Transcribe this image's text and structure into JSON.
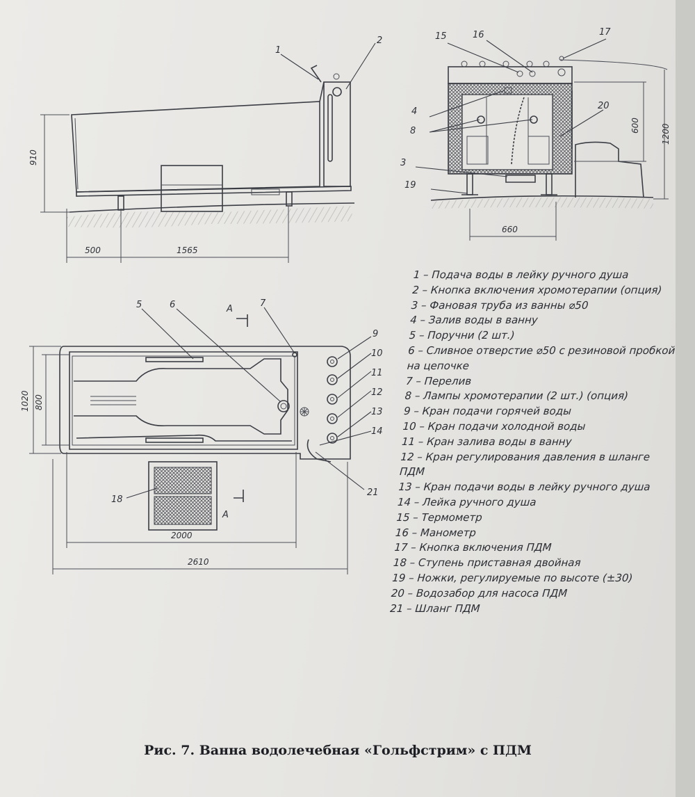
{
  "side_view": {
    "labels": [
      "1",
      "2"
    ],
    "dimensions": {
      "height": "910",
      "left": "500",
      "span": "1565"
    }
  },
  "section_view": {
    "labels": [
      "15",
      "16",
      "17",
      "4",
      "8",
      "20",
      "3",
      "19"
    ],
    "dimensions": {
      "inner_height": "600",
      "total_height": "1200",
      "width": "660"
    }
  },
  "plan_view": {
    "labels": [
      "5",
      "6",
      "7",
      "9",
      "10",
      "11",
      "12",
      "13",
      "14",
      "18",
      "21"
    ],
    "section_marks": [
      "A",
      "A"
    ],
    "dimensions": {
      "outer_width": "1020",
      "inner_width": "800",
      "inner_length": "2000",
      "total_length": "2610"
    }
  },
  "legend": [
    "1 – Подача воды в лейку ручного душа",
    "2 – Кнопка включения хромотерапии (опция)",
    "3 – Фановая труба из ванны ⌀50",
    "4 – Залив воды в ванну",
    "5 – Поручни (2 шт.)",
    "6 – Сливное отверстие ⌀50 с резиновой пробкой на цепочке",
    "7 – Перелив",
    "8 – Лампы хромотерапии (2 шт.) (опция)",
    "9 – Кран подачи горячей воды",
    "10 – Кран подачи холодной воды",
    "11 – Кран залива воды в ванну",
    "12 – Кран регулирования давления в шланге ПДМ",
    "13 – Кран подачи воды в лейку ручного душа",
    "14 – Лейка ручного душа",
    "15 – Термометр",
    "16 – Манометр",
    "17 – Кнопка включения ПДМ",
    "18 – Ступень приставная двойная",
    "19 – Ножки, регулируемые по высоте (±30)",
    "20 – Водозабор для насоса ПДМ",
    "21 – Шланг ПДМ"
  ],
  "caption": "Рис. 7. Ванна водолечебная «Гольфстрим» с ПДМ"
}
